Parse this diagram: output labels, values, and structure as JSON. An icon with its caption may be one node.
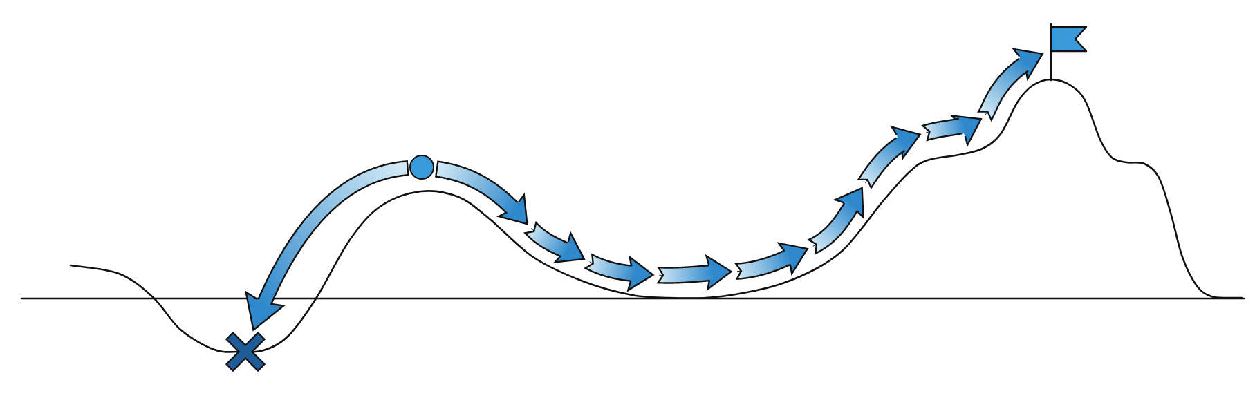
{
  "diagram": {
    "nodes": [
      {
        "text": [],
        "shape": "circle"
      },
      {
        "text": [],
        "shape": "cross"
      },
      {
        "text": [],
        "shape": "flag"
      }
    ],
    "edges": [
      {
        "from": 0,
        "to": 1,
        "arrow": "to"
      },
      {
        "from": 0,
        "to": 2,
        "arrow": "to",
        "style": "dashed"
      }
    ]
  }
}
